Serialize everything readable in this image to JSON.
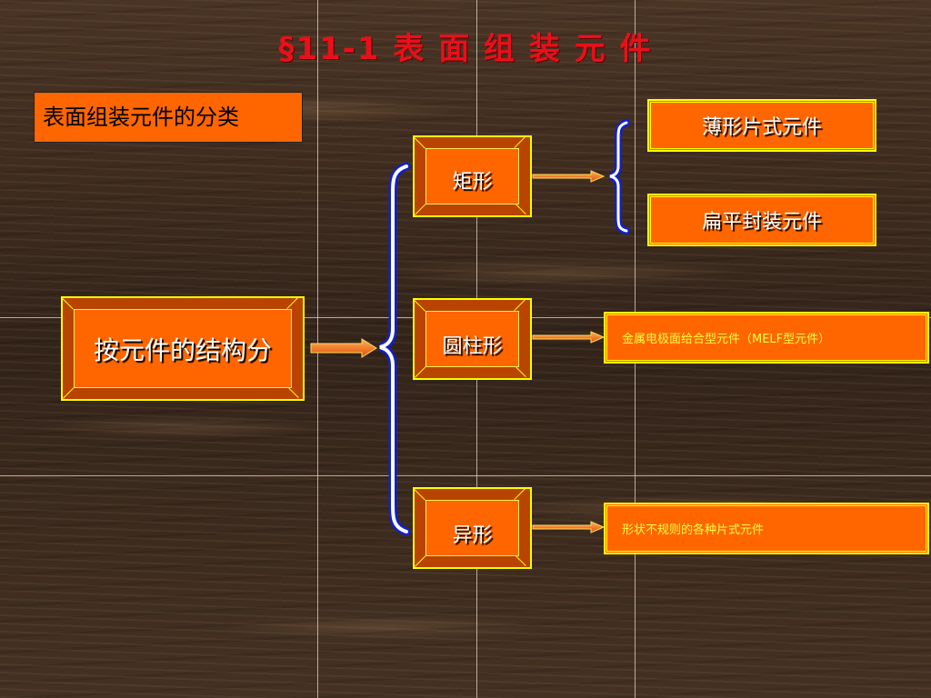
{
  "title": "§11-1  表 面 组 装 元 件",
  "category_label": "表面组装元件的分类",
  "root_node": "按元件的结构分",
  "shapes": [
    "矩形",
    "圆柱形",
    "异形"
  ],
  "rect_children": [
    "薄形片式元件",
    "扁平封装元件"
  ],
  "cylinder_child": "金属电极面给合型元件（MELF型元件）",
  "irregular_child": "形状不规则的各种片式元件",
  "colors": {
    "title": "#e8101a",
    "box_fill": "#ff6600",
    "box_border": "#ffff00",
    "brace": "#1020d0",
    "arrow": "#ff7a00"
  }
}
